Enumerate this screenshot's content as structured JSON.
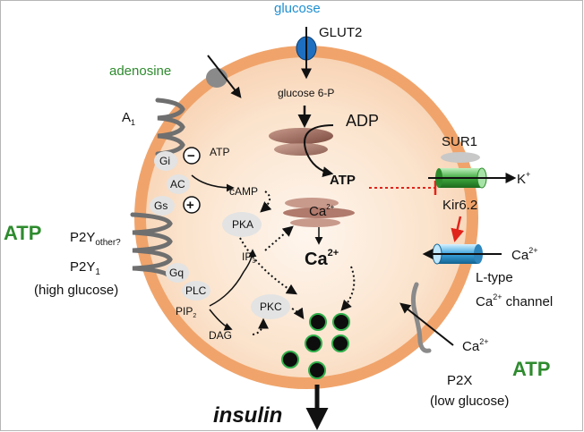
{
  "labels": {
    "glucose": "glucose",
    "glut2": "GLUT2",
    "adenosine": "adenosine",
    "a1": "A",
    "a1_sub": "1",
    "glucose6p": "glucose 6-P",
    "adp": "ADP",
    "atp_inner": "ATP",
    "atp_small": "ATP",
    "minus": "−",
    "plus": "+",
    "gi": "Gi",
    "ac": "AC",
    "gs": "Gs",
    "camp": "cAMP",
    "pka": "PKA",
    "ca_store": "Ca",
    "ca_store_sup": "2+",
    "ca_big": "Ca",
    "ca_big_sup": "2+",
    "ip3": "IP",
    "ip3_sub": "3",
    "gq": "Gq",
    "plc": "PLC",
    "pip2": "PIP",
    "pip2_sub": "2",
    "pkc": "PKC",
    "dag": "DAG",
    "sur1": "SUR1",
    "kplus": "K",
    "kplus_sup": "+",
    "kir62": "Kir6.2",
    "ca_ltype": "Ca",
    "ca_ltype_sup": "2+",
    "ltype_line1": "L-type",
    "ltype_line2_a": "Ca",
    "ltype_line2_sup": "2+",
    "ltype_line2_b": " channel",
    "ca_p2x": "Ca",
    "ca_p2x_sup": "2+",
    "p2x": "P2X",
    "low_glucose": "(low glucose)",
    "atp_right": "ATP",
    "atp_left": "ATP",
    "p2y_other": "P2Y",
    "p2y_other_sub": "other?",
    "p2y1": "P2Y",
    "p2y1_sub": "1",
    "high_glucose": "(high glucose)",
    "insulin": "insulin"
  },
  "colors": {
    "membrane": "#f0a46b",
    "cytoplasm": "#fbe6d4",
    "atp_green": "#2e8b2e",
    "glucose_blue": "#1f8fd1",
    "granule": "#0d0d0d",
    "granule_ring": "#2fae4a"
  },
  "icons": {
    "receptor": "serpentine-receptor-icon",
    "katp": "katp-channel-icon",
    "ltype": "ltype-calcium-channel-icon",
    "granule": "insulin-granule-icon",
    "transporter": "glut2-transporter-icon"
  }
}
